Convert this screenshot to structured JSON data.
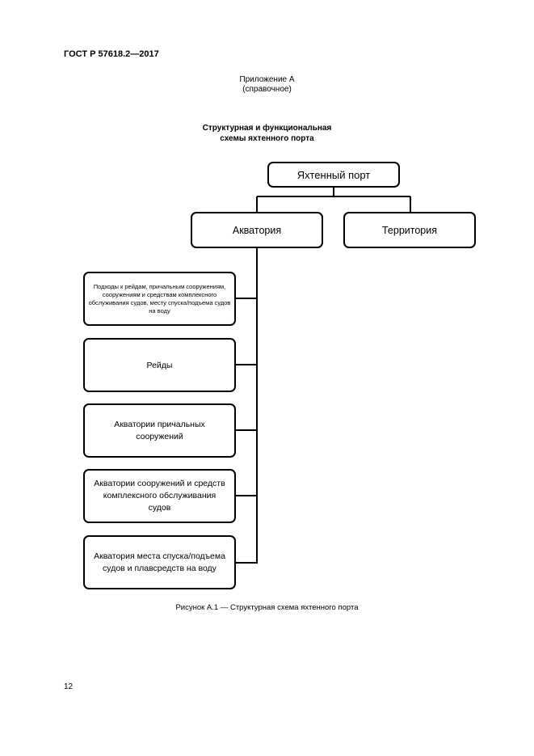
{
  "header": {
    "doc_code": "ГОСТ Р 57618.2—2017"
  },
  "appendix": {
    "title": "Приложение А",
    "note": "(справочное)"
  },
  "scheme": {
    "title_line1": "Структурная и функциональная",
    "title_line2": "схемы яхтенного порта"
  },
  "diagram": {
    "root": "Яхтенный порт",
    "level2": [
      "Акватория",
      "Территория"
    ],
    "items": [
      "Подходы к рейдам, причальным сооружениям, сооружениям и средствам комплексного обслуживания судов, месту спуска/подъема судов на воду",
      "Рейды",
      "Акватории причальных сооружений",
      "Акватории сооружений и средств комплексного обслуживания судов",
      "Акватория места спуска/подъема судов и плавсредств на воду"
    ]
  },
  "caption": "Рисунок А.1 — Структурная схема яхтенного порта",
  "footer": {
    "page_number": "12"
  }
}
